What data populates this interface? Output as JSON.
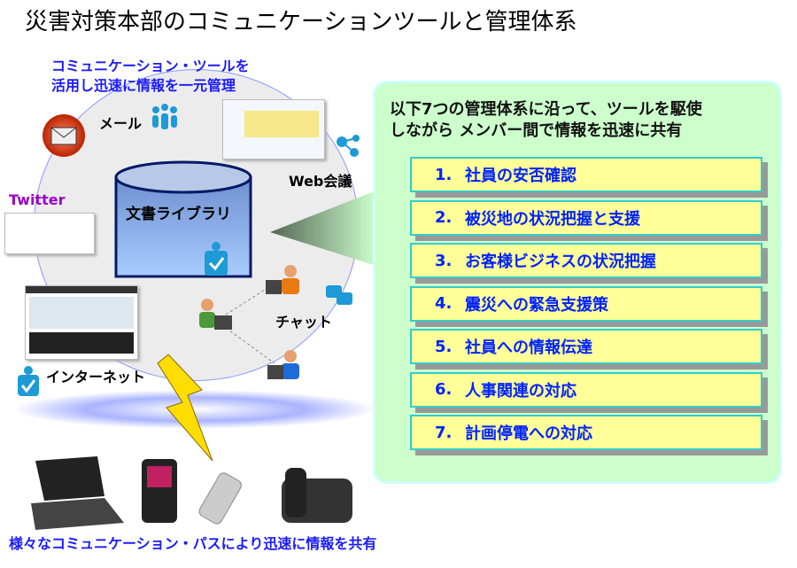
{
  "title": "災害対策本部のコミュニケーションツールと管理体系",
  "left": {
    "intro_line1": "コミュニケーション・ツールを",
    "intro_line2": "活用し迅速に情報を一元管理",
    "mail_label": "メール",
    "web_conf_label": "Web会議",
    "twitter_label": "Twitter",
    "library_label": "文書ライブラリ",
    "chat_label": "チャット",
    "internet_label": "インターネット",
    "bottom_text": "様々なコミュニケーション・パスにより迅速に情報を共有"
  },
  "panel": {
    "heading_line1": "以下7つの管理体系に沿って、ツールを駆使",
    "heading_line2": "しながら メンバー間で情報を迅速に共有",
    "items": [
      {
        "num": "1.",
        "label": "社員の安否確認"
      },
      {
        "num": "2.",
        "label": "被災地の状況把握と支援"
      },
      {
        "num": "3.",
        "label": "お客様ビジネスの状況把握"
      },
      {
        "num": "4.",
        "label": "震災への緊急支援策"
      },
      {
        "num": "5.",
        "label": "社員への情報伝達"
      },
      {
        "num": "6.",
        "label": "人事関連の対応"
      },
      {
        "num": "7.",
        "label": "計画停電への対応"
      }
    ]
  }
}
